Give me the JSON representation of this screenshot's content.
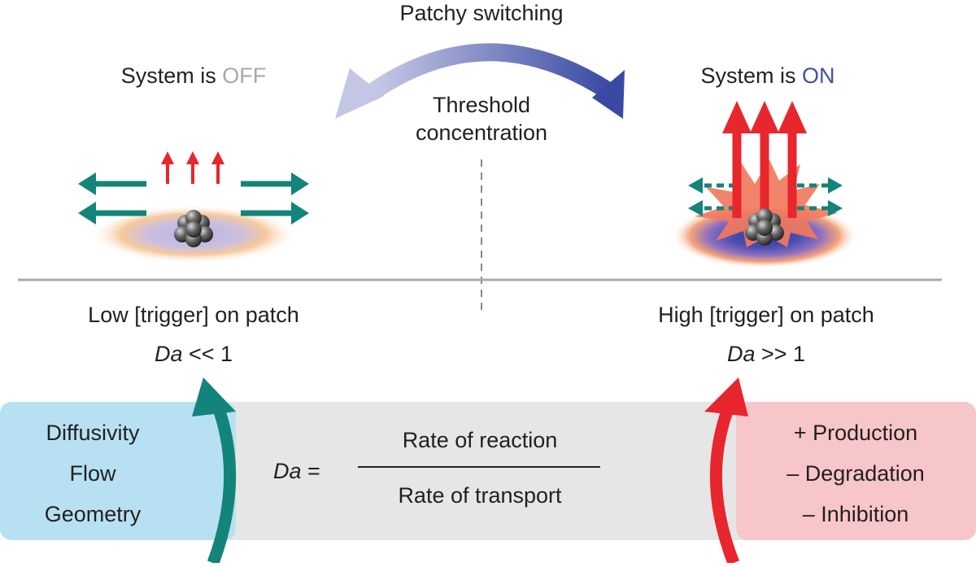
{
  "header": {
    "switching_label": "Patchy switching",
    "threshold_line1": "Threshold",
    "threshold_line2": "concentration"
  },
  "left_state": {
    "status_prefix": "System is ",
    "status_word": "OFF",
    "trigger_label": "Low [trigger] on patch",
    "da_symbol": "Da",
    "da_relation": " << 1"
  },
  "right_state": {
    "status_prefix": "System is ",
    "status_word": "ON",
    "trigger_label": "High [trigger] on patch",
    "da_symbol": "Da",
    "da_relation": " >> 1"
  },
  "transport_factors": [
    "Diffusivity",
    "Flow",
    "Geometry"
  ],
  "reaction_factors": [
    "+ Production",
    "– Degradation",
    "– Inhibition"
  ],
  "equation": {
    "lhs_symbol": "Da",
    "lhs_equals": " =",
    "numerator": "Rate of reaction",
    "denominator": "Rate of transport"
  },
  "colors": {
    "off_grey": "#a7a9ac",
    "on_blue": "#3f4fa8",
    "teal": "#138479",
    "red": "#e8262d",
    "blue_panel": "#b7e1f3",
    "pink_panel": "#f7c6c9",
    "grey_panel": "#e6e6e6"
  }
}
